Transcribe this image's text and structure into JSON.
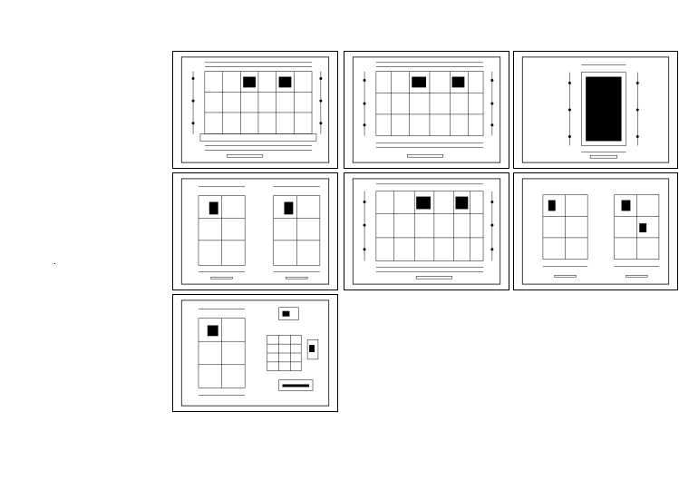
{
  "drawing_set": {
    "background": "#ffffff",
    "line_color": "#000000",
    "sheets": [
      {
        "id": "sheet-1",
        "kind": "floor-plan-wide",
        "title": "",
        "filled_core": false
      },
      {
        "id": "sheet-2",
        "kind": "floor-plan-wide",
        "title": "",
        "filled_core": false
      },
      {
        "id": "sheet-3",
        "kind": "roof-plan",
        "title": "",
        "filled_core": true
      },
      {
        "id": "sheet-4",
        "kind": "twin-unit-plans",
        "title": "",
        "filled_core": false
      },
      {
        "id": "sheet-5",
        "kind": "floor-plan-wide",
        "title": "",
        "filled_core": false
      },
      {
        "id": "sheet-6",
        "kind": "twin-unit-plans",
        "title": "",
        "filled_core": false
      },
      {
        "id": "sheet-7",
        "kind": "plan-with-details",
        "title": "",
        "filled_core": false
      }
    ]
  }
}
